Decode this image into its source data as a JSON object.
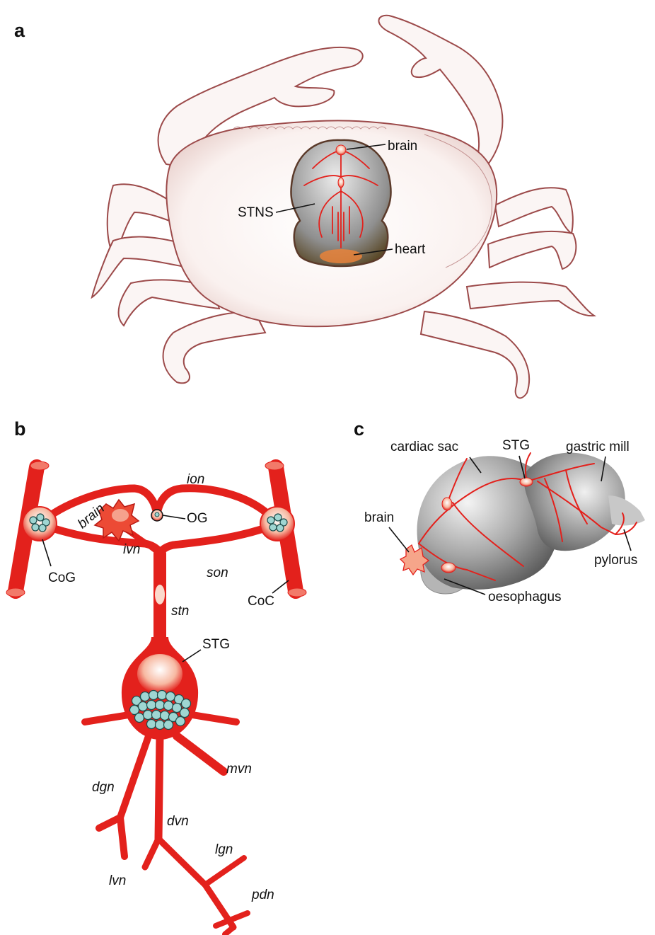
{
  "panels": {
    "a": {
      "letter": "a",
      "labels": {
        "brain": "brain",
        "stns": "STNS",
        "heart": "heart"
      }
    },
    "b": {
      "letter": "b",
      "labels": {
        "ion": "ion",
        "brain": "brain",
        "ivn": "ivn",
        "og": "OG",
        "cog": "CoG",
        "son": "son",
        "coc": "CoC",
        "stn": "stn",
        "stg": "STG",
        "mvn": "mvn",
        "dgn": "dgn",
        "dvn": "dvn",
        "lgn": "lgn",
        "lvn": "lvn",
        "pdn": "pdn"
      }
    },
    "c": {
      "letter": "c",
      "labels": {
        "cardiac_sac": "cardiac sac",
        "stg": "STG",
        "gastric_mill": "gastric mill",
        "brain": "brain",
        "pylorus": "pylorus",
        "oesophagus": "oesophagus"
      }
    }
  },
  "colors": {
    "nerve": "#e3211c",
    "ganglion_cell": "#9fd6d2",
    "crab_outline": "#9c4a4a",
    "stomach": "#8a8a8a"
  }
}
